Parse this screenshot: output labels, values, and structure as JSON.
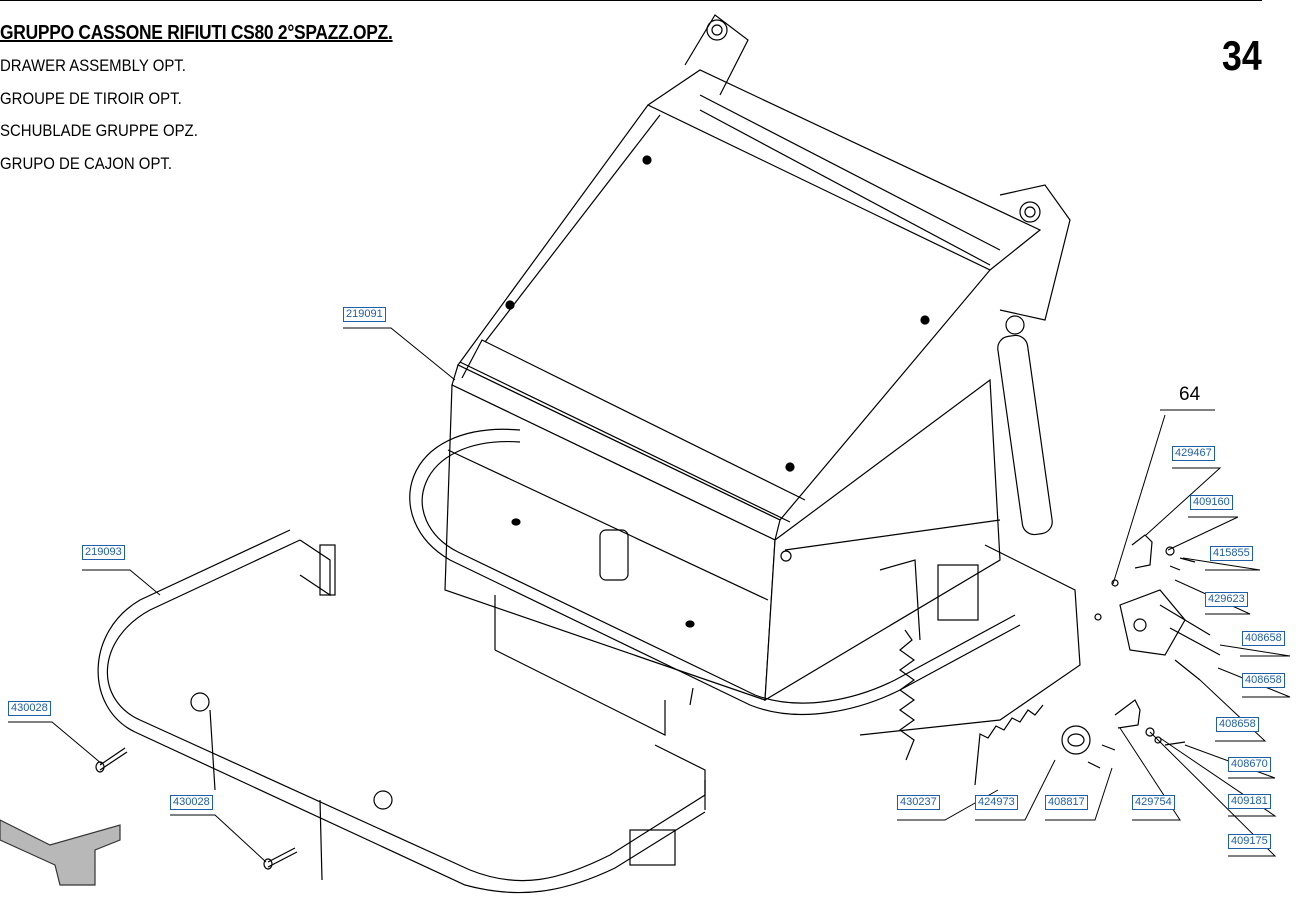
{
  "header": {
    "title": "GRUPPO CASSONE RIFIUTI CS80 2°SPAZZ.OPZ.",
    "subtitles": [
      "DRAWER ASSEMBLY OPT.",
      "GROUPE DE TIROIR OPT.",
      "SCHUBLADE GRUPPE OPZ.",
      "GRUPO DE CAJON OPT."
    ],
    "page_number": "34"
  },
  "group_reference": "64",
  "parts": {
    "p219091": "219091",
    "p219093": "219093",
    "p430028_a": "430028",
    "p430028_b": "430028",
    "p429467": "429467",
    "p409160": "409160",
    "p415855": "415855",
    "p429623": "429623",
    "p408658_a": "408658",
    "p408658_b": "408658",
    "p408658_c": "408658",
    "p408670": "408670",
    "p409181": "409181",
    "p409175": "409175",
    "p430237": "430237",
    "p424973": "424973",
    "p408817": "408817",
    "p429754": "429754"
  },
  "colors": {
    "line": "#000000",
    "label": "#1f5fa8"
  },
  "icons": [
    "orientation-arrow-icon"
  ]
}
